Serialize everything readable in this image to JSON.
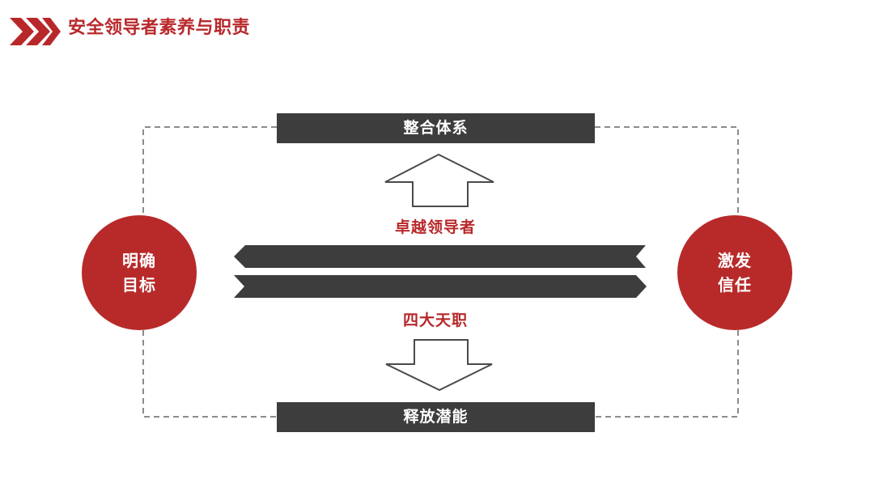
{
  "header": {
    "title": "安全领导者素养与职责",
    "accent_color": "#b8282b"
  },
  "diagram": {
    "top_bar": "整合体系",
    "bottom_bar": "释放潜能",
    "center_top_label": "卓越领导者",
    "center_bottom_label": "四大天职",
    "left_circle": {
      "line1": "明确",
      "line2": "目标"
    },
    "right_circle": {
      "line1": "激发",
      "line2": "信任"
    },
    "colors": {
      "bar": "#3d3d3d",
      "circle": "#b82a2a",
      "dash": "#8c8c8c"
    },
    "icons": [
      "up-arrow-icon",
      "down-arrow-icon",
      "left-arrow-band-icon",
      "right-arrow-band-icon"
    ]
  }
}
